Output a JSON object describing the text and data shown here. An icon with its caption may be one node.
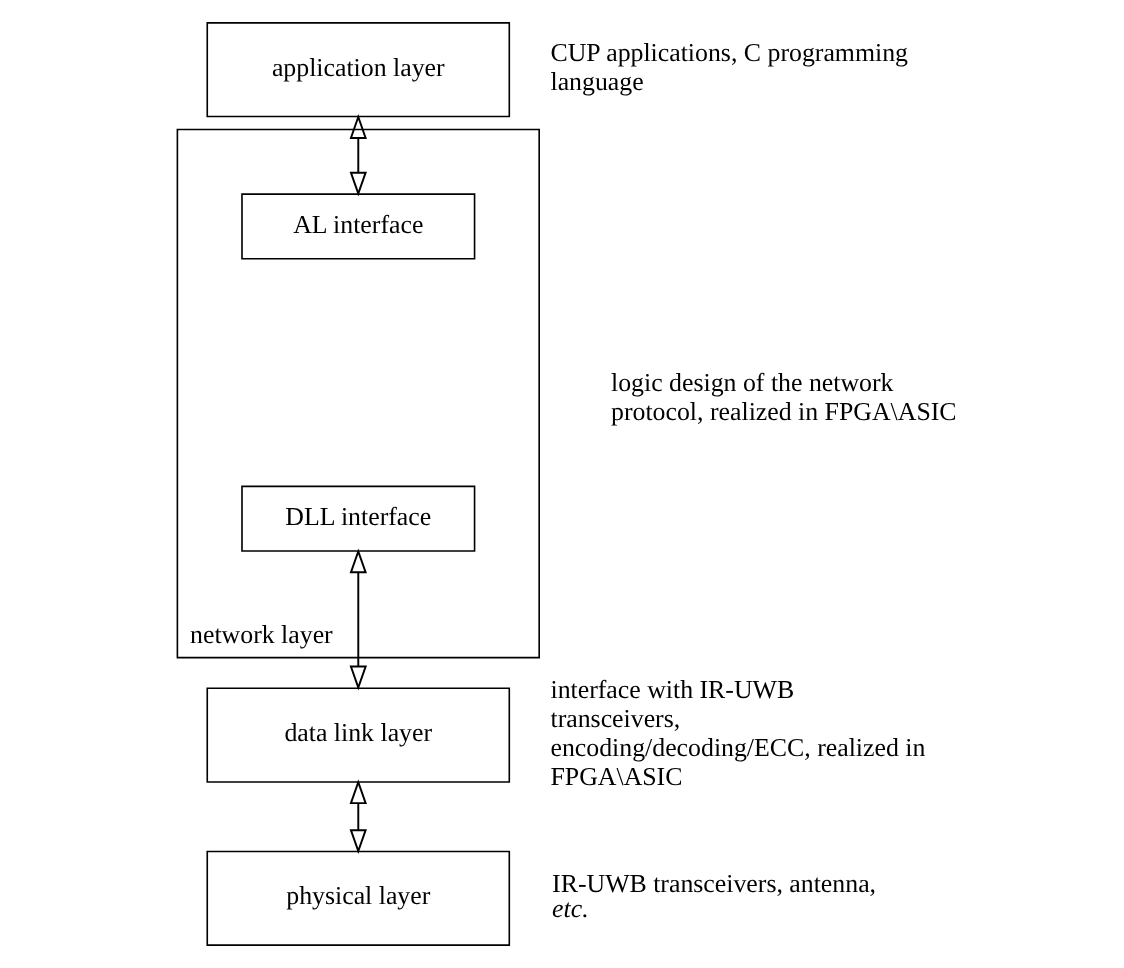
{
  "diagram": {
    "nodes": [
      {
        "text": [
          "application layer"
        ],
        "beside": [
          "CUP applications, C programming language"
        ]
      },
      {
        "text": [
          "network layer"
        ],
        "beside": [
          "logic design of the network protocol, realized in FPGA\\ASIC"
        ]
      },
      {
        "text": [
          "AL interface"
        ],
        "in": 1
      },
      {
        "text": [
          "DLL interface"
        ],
        "in": 1
      },
      {
        "text": [
          "data link layer"
        ],
        "beside": [
          "interface with IR-UWB transceivers, encoding/decoding/ECC, realized in FPGA\\ASIC"
        ]
      },
      {
        "text": [
          "physical layer"
        ],
        "beside": [
          "IR-UWB transceivers, antenna, *etc.*"
        ]
      }
    ],
    "edges": [
      {
        "from": 0,
        "to": 2,
        "arrow": "both"
      },
      {
        "from": 3,
        "to": 4,
        "arrow": "both"
      },
      {
        "from": 4,
        "to": 5,
        "arrow": "both"
      }
    ]
  }
}
